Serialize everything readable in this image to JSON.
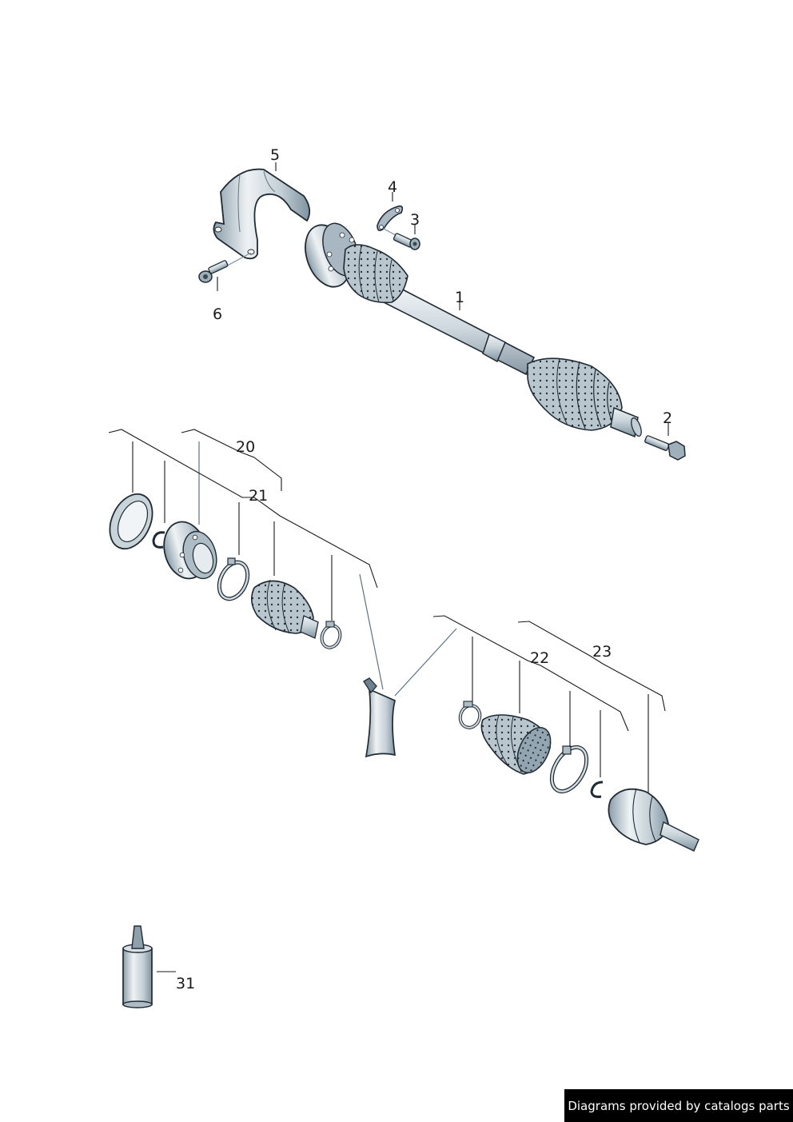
{
  "diagram": {
    "type": "exploded-parts-diagram",
    "subject": "drive shaft (axle) assembly with CV joints and boots",
    "callouts": [
      {
        "id": "1",
        "label": "1",
        "part": "drive-shaft"
      },
      {
        "id": "2",
        "label": "2",
        "part": "hex-bolt"
      },
      {
        "id": "3",
        "label": "3",
        "part": "socket-head-bolt"
      },
      {
        "id": "4",
        "label": "4",
        "part": "lock-plate"
      },
      {
        "id": "5",
        "label": "5",
        "part": "heat-shield"
      },
      {
        "id": "6",
        "label": "6",
        "part": "socket-head-bolt"
      },
      {
        "id": "20",
        "label": "20",
        "part": "inner-cv-joint-kit"
      },
      {
        "id": "21",
        "label": "21",
        "part": "inner-boot-kit"
      },
      {
        "id": "22",
        "label": "22",
        "part": "outer-boot-kit"
      },
      {
        "id": "23",
        "label": "23",
        "part": "outer-cv-joint-kit"
      },
      {
        "id": "31",
        "label": "31",
        "part": "grease-cartridge"
      }
    ],
    "colors": {
      "metal_light": "#dfe6ea",
      "metal_mid": "#aebcc5",
      "metal_dark": "#6d8291",
      "outline": "#1f2a33",
      "leader": "#1a1a1a"
    }
  },
  "footer": {
    "credit": "Diagrams provided by catalogs parts"
  }
}
